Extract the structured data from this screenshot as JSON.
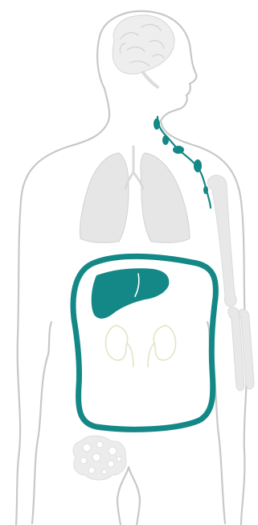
{
  "figure": {
    "type": "anatomical-body-diagram",
    "palette": {
      "background": "#ffffff",
      "body_outline": "#c8c8c8",
      "organ_faded": "#e4e4e4",
      "organ_faded_stroke": "#d2d2d2",
      "kidney_outline": "#dfe6c8",
      "highlight": "#138886"
    },
    "parts": [
      {
        "id": "body-outline",
        "icon": "human-silhouette-icon",
        "highlighted": false
      },
      {
        "id": "brain",
        "icon": "brain-icon",
        "highlighted": false
      },
      {
        "id": "lymph-nodes",
        "icon": "lymph-node-chain-icon",
        "highlighted": true
      },
      {
        "id": "lungs",
        "icon": "lungs-icon",
        "highlighted": false
      },
      {
        "id": "arm-bones",
        "icon": "bone-icon",
        "highlighted": false
      },
      {
        "id": "liver",
        "icon": "liver-icon",
        "highlighted": true
      },
      {
        "id": "kidneys",
        "icon": "kidney-icon",
        "highlighted": false
      },
      {
        "id": "abdominal-cavity",
        "icon": "abdomen-outline-icon",
        "highlighted": true
      },
      {
        "id": "fat-cells",
        "icon": "fat-cells-icon",
        "highlighted": false
      }
    ]
  }
}
